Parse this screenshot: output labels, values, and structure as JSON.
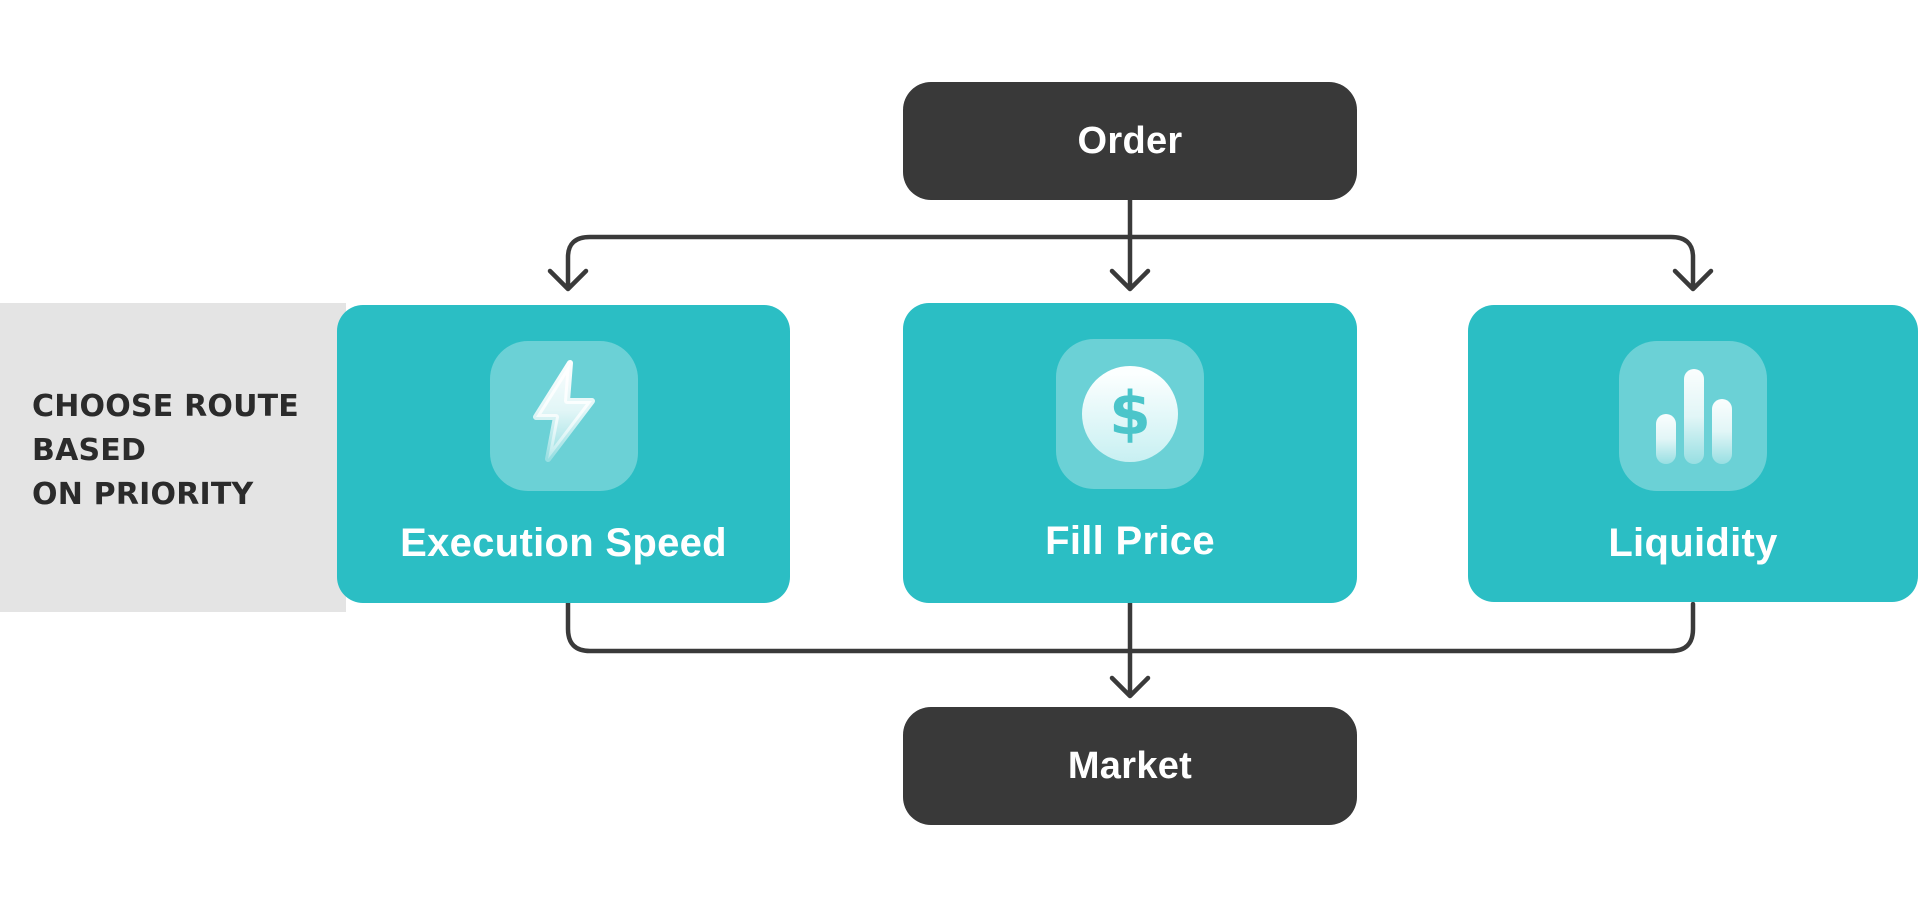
{
  "diagram_type": "order-routing-flowchart",
  "colors": {
    "teal": "#2BBEC4",
    "nodeDark": "#393939",
    "bandGray": "#E4E4E4",
    "lineDark": "#3A3A3A",
    "captionText": "#2B2B2B",
    "dollarTeal": "#4BC5CA"
  },
  "caption": {
    "lines": [
      "CHOOSE ROUTE",
      "BASED",
      "ON PRIORITY"
    ]
  },
  "nodes": {
    "source_label": "Order",
    "sink_label": "Market"
  },
  "branches": [
    {
      "label": "Execution Speed",
      "icon": "lightning-bolt-icon"
    },
    {
      "label": "Fill Price",
      "icon": "dollar-sign-icon",
      "icon_glyph": "$"
    },
    {
      "label": "Liquidity",
      "icon": "bar-chart-icon"
    }
  ],
  "edges": [
    {
      "from": "Order",
      "to": "Execution Speed"
    },
    {
      "from": "Order",
      "to": "Fill Price"
    },
    {
      "from": "Order",
      "to": "Liquidity"
    },
    {
      "from": "Execution Speed",
      "to": "Market"
    },
    {
      "from": "Fill Price",
      "to": "Market"
    },
    {
      "from": "Liquidity",
      "to": "Market"
    }
  ]
}
